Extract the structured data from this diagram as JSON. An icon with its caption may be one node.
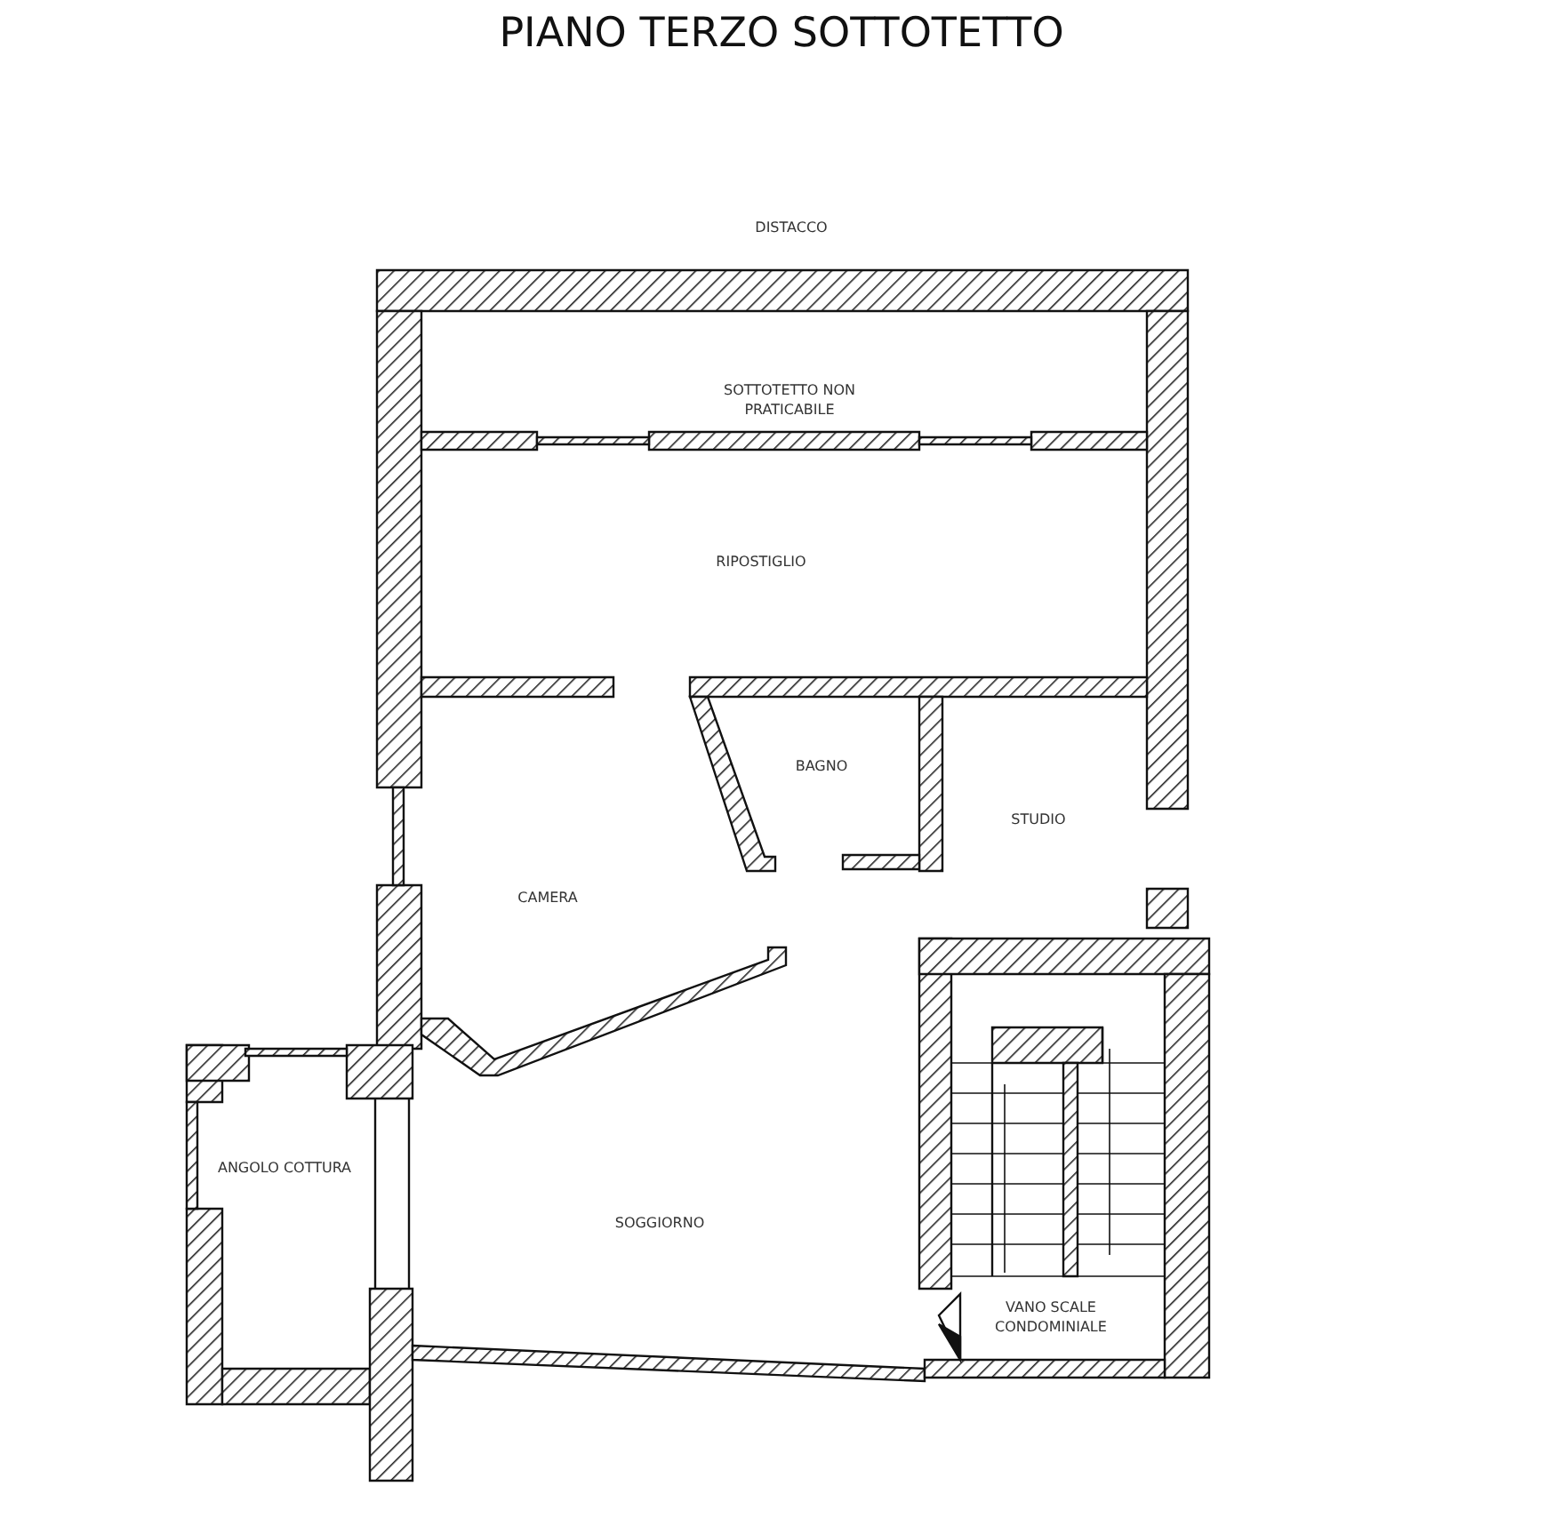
{
  "diagram": {
    "title": "PIANO TERZO SOTTOTETTO",
    "labels": [
      "DISTACCO",
      "SOTTOTETTO NON PRATICABILE",
      "RIPOSTIGLIO",
      "BAGNO",
      "STUDIO",
      "CAMERA",
      "ANGOLO COTTURA",
      "SOGGIORNO",
      "VANO SCALE CONDOMINIALE"
    ]
  }
}
